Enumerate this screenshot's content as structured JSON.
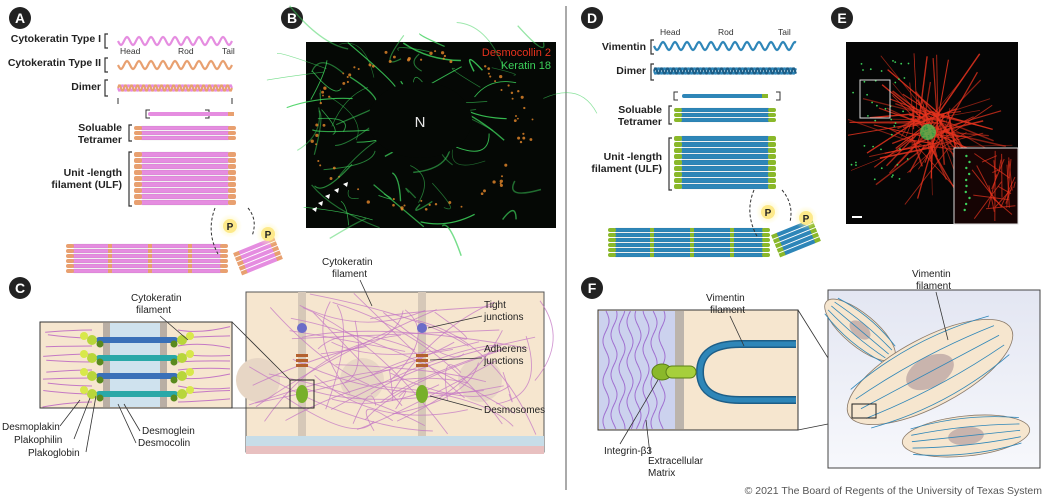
{
  "panels": {
    "a": {
      "letter": "A",
      "type1": "Cytokeratin Type I",
      "type2": "Cytokeratin Type II",
      "head": "Head",
      "rod": "Rod",
      "tail": "Tail",
      "dimer": "Dimer",
      "tetramer": [
        "Soluable",
        "Tetramer"
      ],
      "ulf": [
        "Unit -length",
        "filament (ULF)"
      ],
      "p": "P"
    },
    "b": {
      "letter": "B",
      "stain1": "Desmocollin 2",
      "stain2": "Keratin 18",
      "nucleus": "N"
    },
    "c": {
      "letter": "C",
      "cytokeratin_filament_left": [
        "Cytokeratin",
        "filament"
      ],
      "cytokeratin_filament_right": [
        "Cytokeratin",
        "filament"
      ],
      "tight": [
        "Tight",
        "junctions"
      ],
      "adherens": [
        "Adherens",
        "junctions"
      ],
      "desmosomes": "Desmosomes",
      "desmoplakin": "Desmoplakin",
      "plakophilin": "Plakophilin",
      "plakoglobin": "Plakoglobin",
      "desmoglein": "Desmoglein",
      "desmocolin": "Desmocolin"
    },
    "d": {
      "letter": "D",
      "vimentin": "Vimentin",
      "head": "Head",
      "rod": "Rod",
      "tail": "Tail",
      "dimer": "Dimer",
      "tetramer": [
        "Soluable",
        "Tetramer"
      ],
      "ulf": [
        "Unit -length",
        "filament (ULF)"
      ],
      "p": "P"
    },
    "e": {
      "letter": "E"
    },
    "f": {
      "letter": "F",
      "vimentin_filament_left": [
        "Vimentin",
        "filament"
      ],
      "vimentin_filament_right": [
        "Vimentin",
        "filament"
      ],
      "integrin": "Integrin-β3",
      "ecm": [
        "Extracellular",
        "Matrix"
      ]
    }
  },
  "copyright": "© 2021 The Board of Regents of the University of Texas System",
  "colors": {
    "keratin_pink": "#e58de0",
    "keratin_tip": "#e8a070",
    "vimentin_blue": "#2e86b8",
    "vimentin_tip": "#8ab82a",
    "cell_beige": "#f6e6cf",
    "micro_red": "#e8331e",
    "micro_green": "#3cd05a"
  }
}
